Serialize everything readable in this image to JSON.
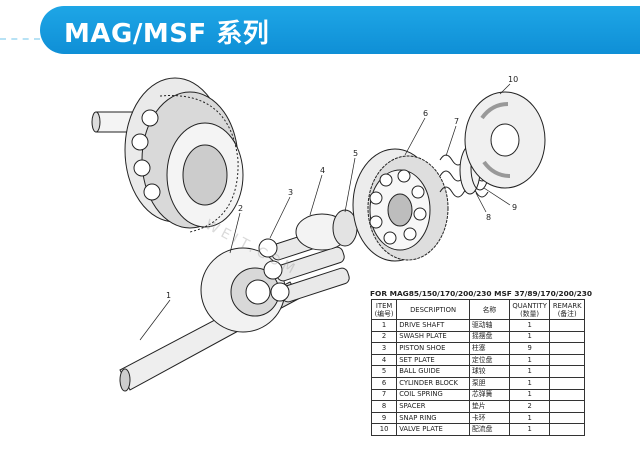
{
  "header": {
    "title": "MAG/MSF 系列",
    "color": "#1ea6e6"
  },
  "diagram": {
    "callouts": [
      "1",
      "2",
      "3",
      "4",
      "5",
      "6",
      "7",
      "8",
      "9",
      "10"
    ],
    "watermark": "WEIT.COM"
  },
  "table": {
    "caption": "FOR MAG85/150/170/200/230 MSF 37/89/170/200/230",
    "headers": {
      "item": "ITEM",
      "item_cn": "(编号)",
      "description": "DESCRIPTION",
      "name_cn": "名称",
      "quantity": "QUANTITY",
      "quantity_cn": "(数量)",
      "remark": "REMARK",
      "remark_cn": "(备注)"
    },
    "rows": [
      {
        "item": "1",
        "description": "DRIVE SHAFT",
        "name_cn": "驱动轴",
        "quantity": "1",
        "remark": ""
      },
      {
        "item": "2",
        "description": "SWASH PLATE",
        "name_cn": "摇摆盘",
        "quantity": "1",
        "remark": ""
      },
      {
        "item": "3",
        "description": "PISTON SHOE",
        "name_cn": "柱塞",
        "quantity": "9",
        "remark": ""
      },
      {
        "item": "4",
        "description": "SET PLATE",
        "name_cn": "定位盘",
        "quantity": "1",
        "remark": ""
      },
      {
        "item": "5",
        "description": "BALL GUIDE",
        "name_cn": "球铰",
        "quantity": "1",
        "remark": ""
      },
      {
        "item": "6",
        "description": "CYLINDER BLOCK",
        "name_cn": "泵胆",
        "quantity": "1",
        "remark": ""
      },
      {
        "item": "7",
        "description": "COIL SPRING",
        "name_cn": "芯弹簧",
        "quantity": "1",
        "remark": ""
      },
      {
        "item": "8",
        "description": "SPACER",
        "name_cn": "垫片",
        "quantity": "2",
        "remark": ""
      },
      {
        "item": "9",
        "description": "SNAP RING",
        "name_cn": "卡环",
        "quantity": "1",
        "remark": ""
      },
      {
        "item": "10",
        "description": "VALVE PLATE",
        "name_cn": "配流盘",
        "quantity": "1",
        "remark": ""
      }
    ]
  }
}
